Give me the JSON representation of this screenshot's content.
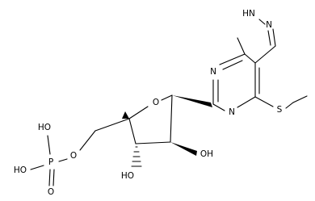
{
  "molecule": {
    "atom_labels": {
      "nh": "HN",
      "n_pyrazole": "N",
      "n_pyrimidine_left": "N",
      "n_pyrimidine_right": "N",
      "s": "S",
      "o_ring": "O",
      "o_bridge": "O",
      "o_double": "O",
      "oh_upper": "HO",
      "oh_lower": "HO",
      "oh_2": "OH",
      "oh_3": "HO",
      "p": "P"
    }
  }
}
